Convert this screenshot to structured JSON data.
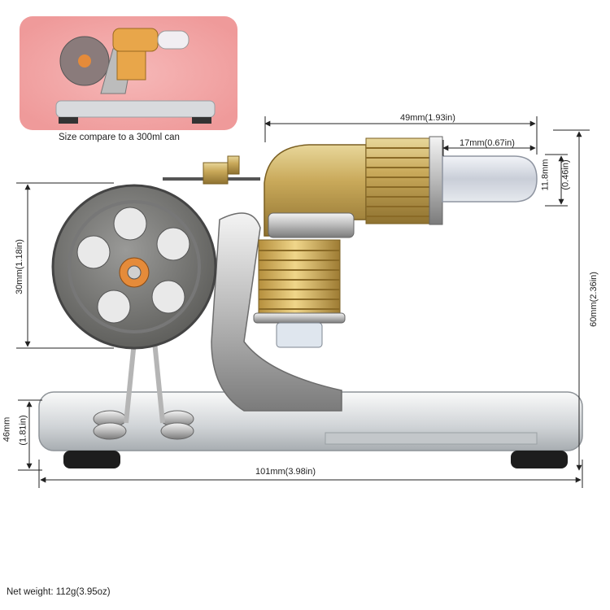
{
  "inset": {
    "caption": "Size compare to a 300ml can"
  },
  "dimensions": {
    "cylinder_length": "49mm(1.93in)",
    "tube_length": "17mm(0.67in)",
    "tube_diameter_mm": "11.8mm",
    "tube_diameter_in": "(0.46in)",
    "flywheel_diameter": "30mm(1.18in)",
    "total_height": "60mm(2.36in)",
    "base_height_mm": "46mm",
    "base_height_in": "(1.81in)",
    "base_width": "101mm(3.98in)"
  },
  "footer": {
    "net_weight": "Net weight: 112g(3.95oz)"
  }
}
